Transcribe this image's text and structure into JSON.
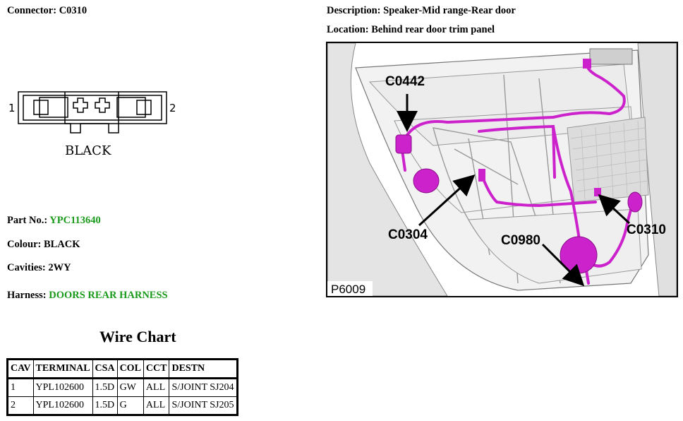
{
  "connector": {
    "label": "Connector:",
    "value": "C0310"
  },
  "description": {
    "label": "Description:",
    "value": "Speaker-Mid range-Rear door"
  },
  "location": {
    "label": "Location:",
    "value": "Behind rear door trim panel"
  },
  "connector_face": {
    "pin_left": "1",
    "pin_right": "2",
    "colour_caption": "BLACK"
  },
  "part_no": {
    "label": "Part No.:",
    "value": "YPC113640"
  },
  "colour": {
    "label": "Colour:",
    "value": "BLACK"
  },
  "cavities": {
    "label": "Cavities:",
    "value": "2WY"
  },
  "harness": {
    "label": "Harness:",
    "value": "DOORS REAR HARNESS"
  },
  "wire_chart": {
    "title": "Wire Chart",
    "headers": [
      "CAV",
      "TERMINAL",
      "CSA",
      "COL",
      "CCT",
      "DESTN"
    ],
    "rows": [
      [
        "1",
        "YPL102600",
        "1.5D",
        "GW",
        "ALL",
        "S/JOINT SJ204"
      ],
      [
        "2",
        "YPL102600",
        "1.5D",
        "G",
        "ALL",
        "S/JOINT SJ205"
      ]
    ]
  },
  "diagram": {
    "callouts": [
      "C0442",
      "C0304",
      "C0980",
      "C0310"
    ],
    "figure_id": "P6009"
  },
  "colors": {
    "link_green": "#1a9a1a",
    "harness_magenta": "#cc22cc"
  }
}
